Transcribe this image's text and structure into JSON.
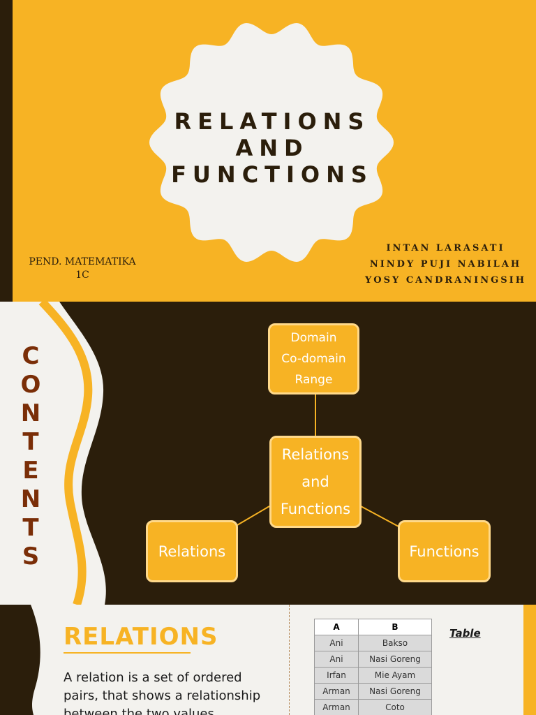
{
  "title_slide": {
    "title_lines": [
      "RELATIONS",
      "AND",
      "FUNCTIONS"
    ],
    "class_info": [
      "PEND. MATEMATIKA",
      "1C"
    ],
    "authors": [
      "INTAN LARASATI",
      "NINDY PUJI NABILAH",
      "YOSY CANDRANINGSIH"
    ]
  },
  "contents_slide": {
    "vertical_title": [
      "C",
      "O",
      "N",
      "T",
      "E",
      "N",
      "T",
      "S"
    ],
    "diagram": {
      "top_node": [
        "Domain",
        "Co-domain",
        "Range"
      ],
      "center_node": [
        "Relations",
        "and",
        "Functions"
      ],
      "left_node": "Relations",
      "right_node": "Functions"
    }
  },
  "relations_slide": {
    "heading": "RELATIONS",
    "definition": "A relation is a set of ordered pairs, that shows a relationship between the two values",
    "table_label": "Table",
    "table": {
      "headers": [
        "A",
        "B"
      ],
      "rows": [
        [
          "Ani",
          "Bakso"
        ],
        [
          "Ani",
          "Nasi Goreng"
        ],
        [
          "Irfan",
          "Mie Ayam"
        ],
        [
          "Arman",
          "Nasi Goreng"
        ],
        [
          "Arman",
          "Coto"
        ]
      ]
    }
  },
  "colors": {
    "accent_yellow": "#F7B324",
    "dark_brown": "#2B1E0B",
    "rust": "#7A2E07",
    "off_white": "#F3F2EE"
  }
}
